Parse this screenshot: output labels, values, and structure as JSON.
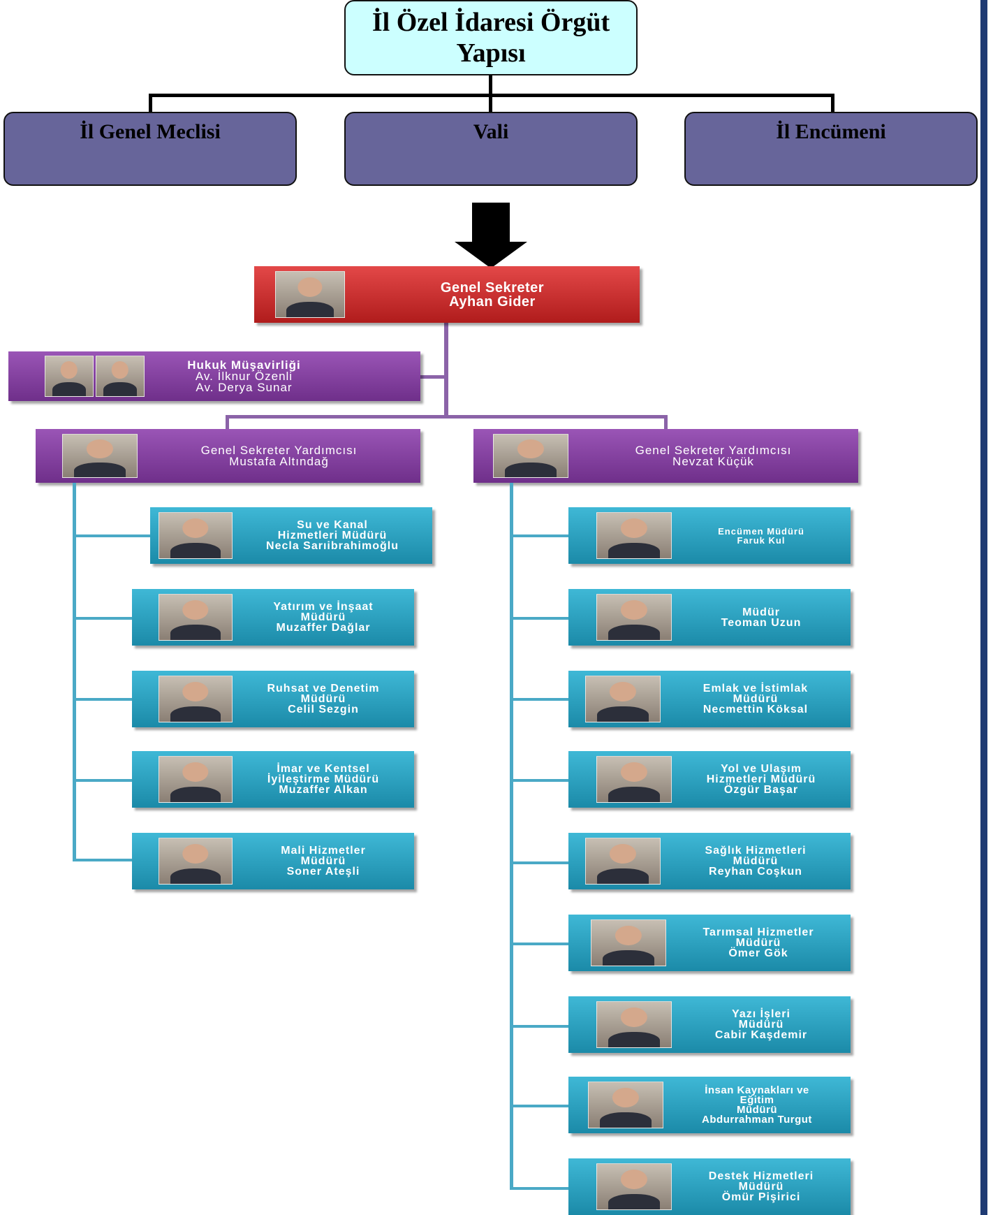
{
  "title": {
    "line1": "İl Özel İdaresi Örgüt",
    "line2": "Yapısı"
  },
  "top_units": [
    "İl Genel Meclisi",
    "Vali",
    "İl Encümeni"
  ],
  "genel_sekreter": {
    "line1": "Genel Sekreter",
    "line2": "Ayhan Gider"
  },
  "hukuk": {
    "line1": "Hukuk Müşavirliği",
    "line2": "Av. İlknur Özenli",
    "line3": "Av. Derya Sunar"
  },
  "left_deputy": {
    "line1": "Genel Sekreter Yardımcısı",
    "line2": "Mustafa Altındağ"
  },
  "right_deputy": {
    "line1": "Genel Sekreter Yardımcısı",
    "line2": "Nevzat Küçük"
  },
  "left_directors": [
    [
      "Su ve Kanal",
      "Hizmetleri Müdürü",
      "Necla Sarıibrahimoğlu"
    ],
    [
      "Yatırım ve İnşaat",
      "Müdürü",
      "Muzaffer Dağlar"
    ],
    [
      "Ruhsat ve Denetim",
      "Müdürü",
      "Celil Sezgin"
    ],
    [
      "İmar ve Kentsel",
      "İyileştirme Müdürü",
      "Muzaffer Alkan"
    ],
    [
      "Mali Hizmetler",
      "Müdürü",
      "Soner Ateşli"
    ]
  ],
  "right_directors": [
    [
      "Encümen Müdürü",
      "Faruk Kul"
    ],
    [
      "Müdür",
      "Teoman Uzun"
    ],
    [
      "Emlak ve İstimlak",
      "Müdürü",
      "Necmettin Köksal"
    ],
    [
      "Yol ve Ulaşım",
      "Hizmetleri Müdürü",
      "Özgür Başar"
    ],
    [
      "Sağlık Hizmetleri",
      "Müdürü",
      "Reyhan Coşkun"
    ],
    [
      "Tarımsal Hizmetler",
      "Müdürü",
      "Ömer Gök"
    ],
    [
      "Yazı İşleri",
      "Müdürü",
      "Cabir Kaşdemir"
    ],
    [
      "İnsan Kaynakları ve",
      "Eğitim",
      "Müdürü",
      "Abdurrahman Turgut"
    ],
    [
      "Destek Hizmetleri",
      "Müdürü",
      "Ömür Pişirici"
    ]
  ],
  "colors": {
    "title_fill": "#ccffff",
    "unit_fill": "#67659a",
    "secretary_fill": "#c62828",
    "deputy_fill": "#7e3a9a",
    "director_fill": "#2ba0c2",
    "border_accent": "#1f3b73"
  }
}
